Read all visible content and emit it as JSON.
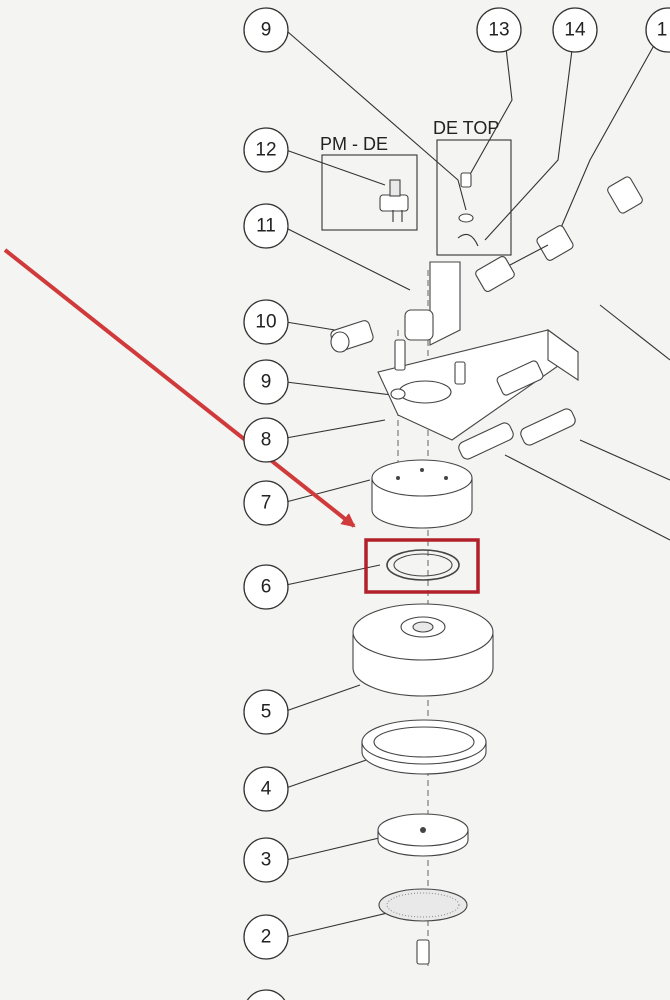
{
  "diagram": {
    "callouts": [
      {
        "id": "c9a",
        "label": "9"
      },
      {
        "id": "c13",
        "label": "13"
      },
      {
        "id": "c14",
        "label": "14"
      },
      {
        "id": "c15",
        "label": "1"
      },
      {
        "id": "c12",
        "label": "12"
      },
      {
        "id": "c11",
        "label": "11"
      },
      {
        "id": "c10",
        "label": "10"
      },
      {
        "id": "c9b",
        "label": "9"
      },
      {
        "id": "c8",
        "label": "8"
      },
      {
        "id": "c7",
        "label": "7"
      },
      {
        "id": "c6",
        "label": "6"
      },
      {
        "id": "c5",
        "label": "5"
      },
      {
        "id": "c4",
        "label": "4"
      },
      {
        "id": "c3",
        "label": "3"
      },
      {
        "id": "c2",
        "label": "2"
      }
    ],
    "boxes": {
      "pm_de": "PM - DE",
      "de_top": "DE TOP"
    },
    "highlight": {
      "part": "6",
      "color": "#b2202a"
    },
    "arrow_color": "#d03a3a"
  }
}
